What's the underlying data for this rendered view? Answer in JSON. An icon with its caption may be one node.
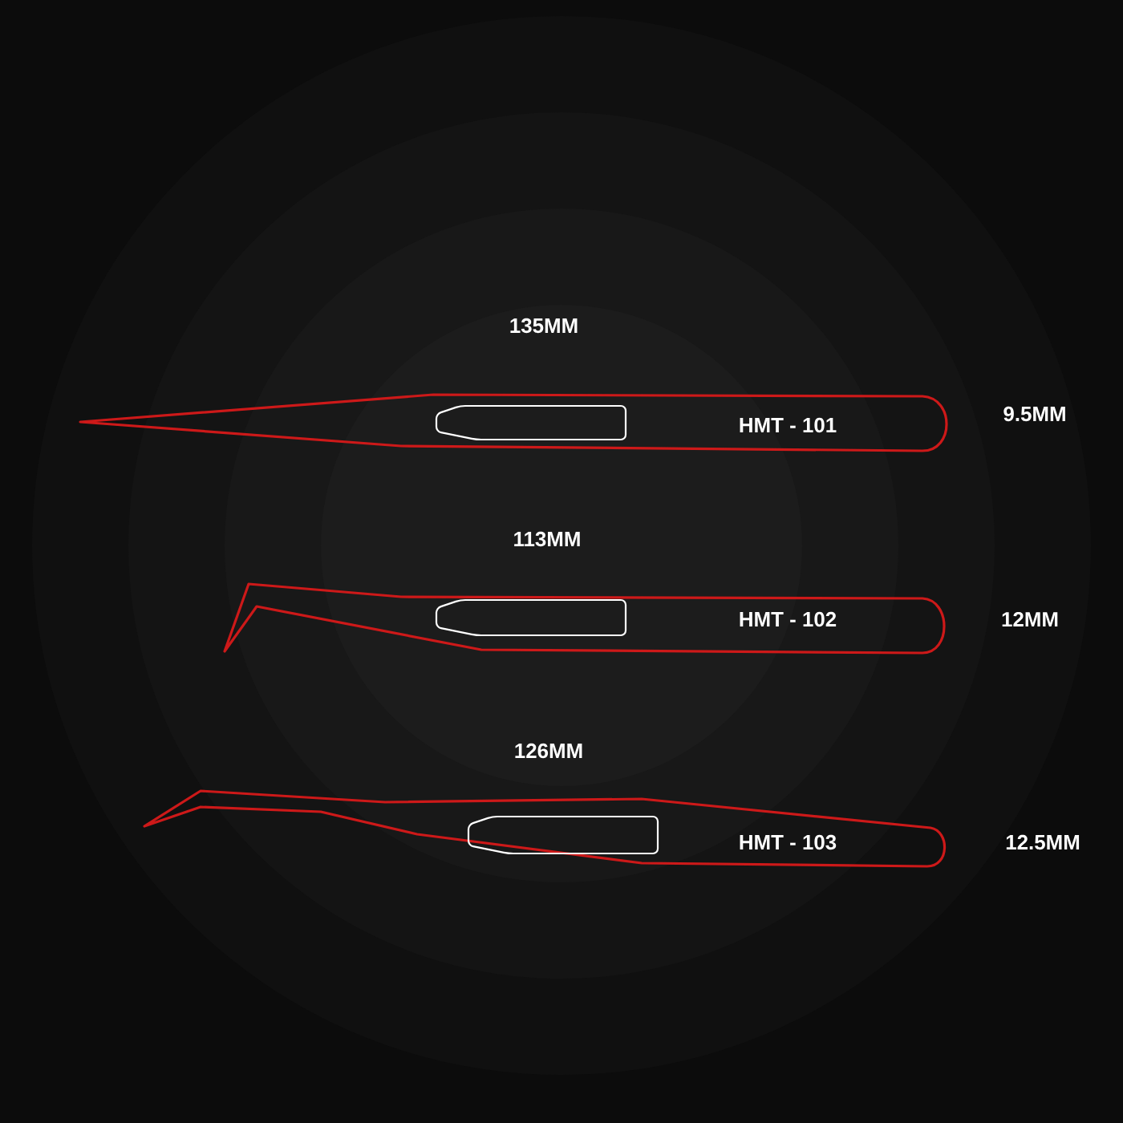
{
  "diagram": {
    "nodes": [
      {
        "text": [
          "HMT - 101"
        ],
        "beside": [
          "135MM",
          "9.5MM"
        ]
      },
      {
        "text": [
          "HMT - 102"
        ],
        "beside": [
          "113MM",
          "12MM"
        ]
      },
      {
        "text": [
          "HMT - 103"
        ],
        "beside": [
          "126MM",
          "12.5MM"
        ]
      }
    ]
  }
}
